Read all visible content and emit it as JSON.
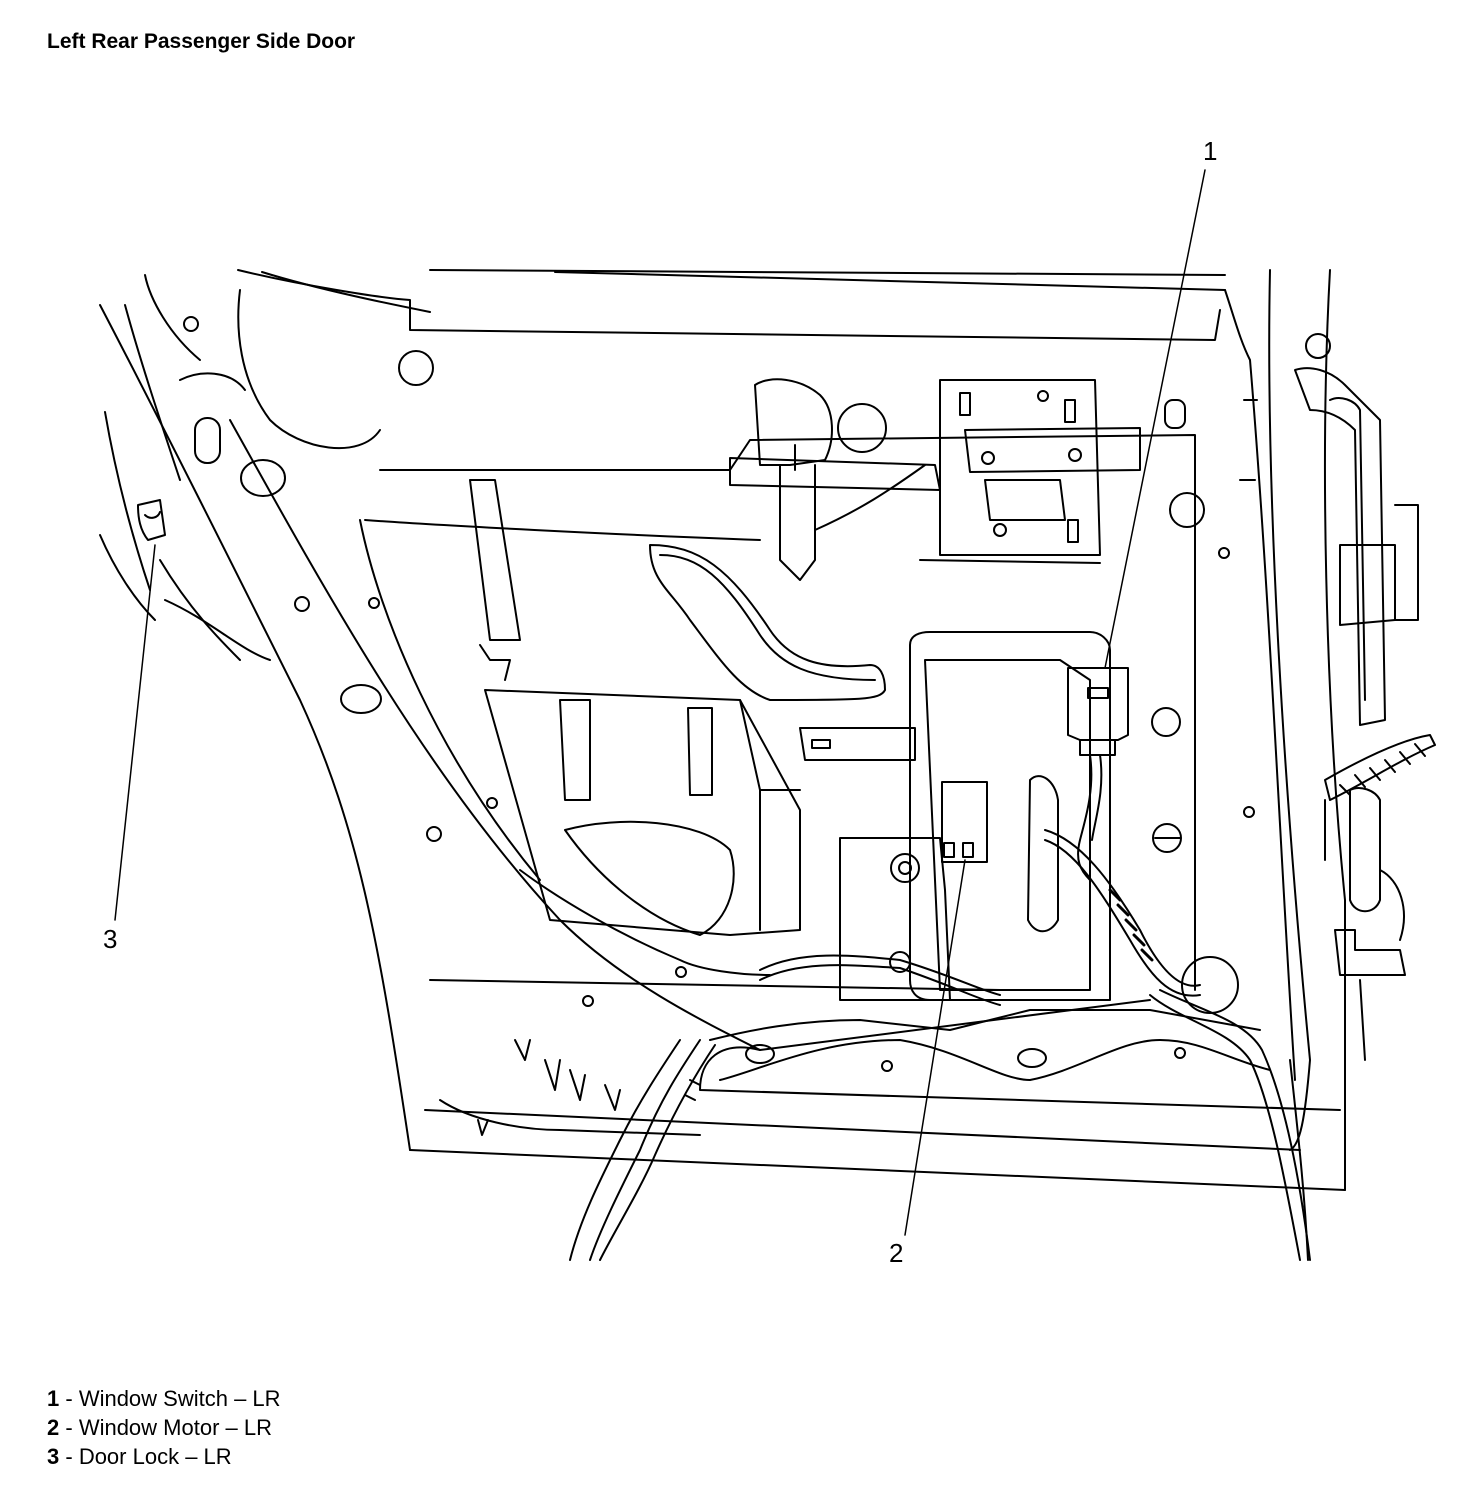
{
  "title": "Left Rear Passenger Side Door",
  "callouts": [
    {
      "number": "1",
      "name": "Window Switch – LR"
    },
    {
      "number": "2",
      "name": "Window Motor – LR"
    },
    {
      "number": "3",
      "name": "Door Lock – LR"
    }
  ],
  "legend": [
    {
      "number": "1",
      "separator": " - ",
      "text": "Window Switch – LR"
    },
    {
      "number": "2",
      "separator": " - ",
      "text": "Window Motor – LR"
    },
    {
      "number": "3",
      "separator": " - ",
      "text": "Door Lock – LR"
    }
  ]
}
